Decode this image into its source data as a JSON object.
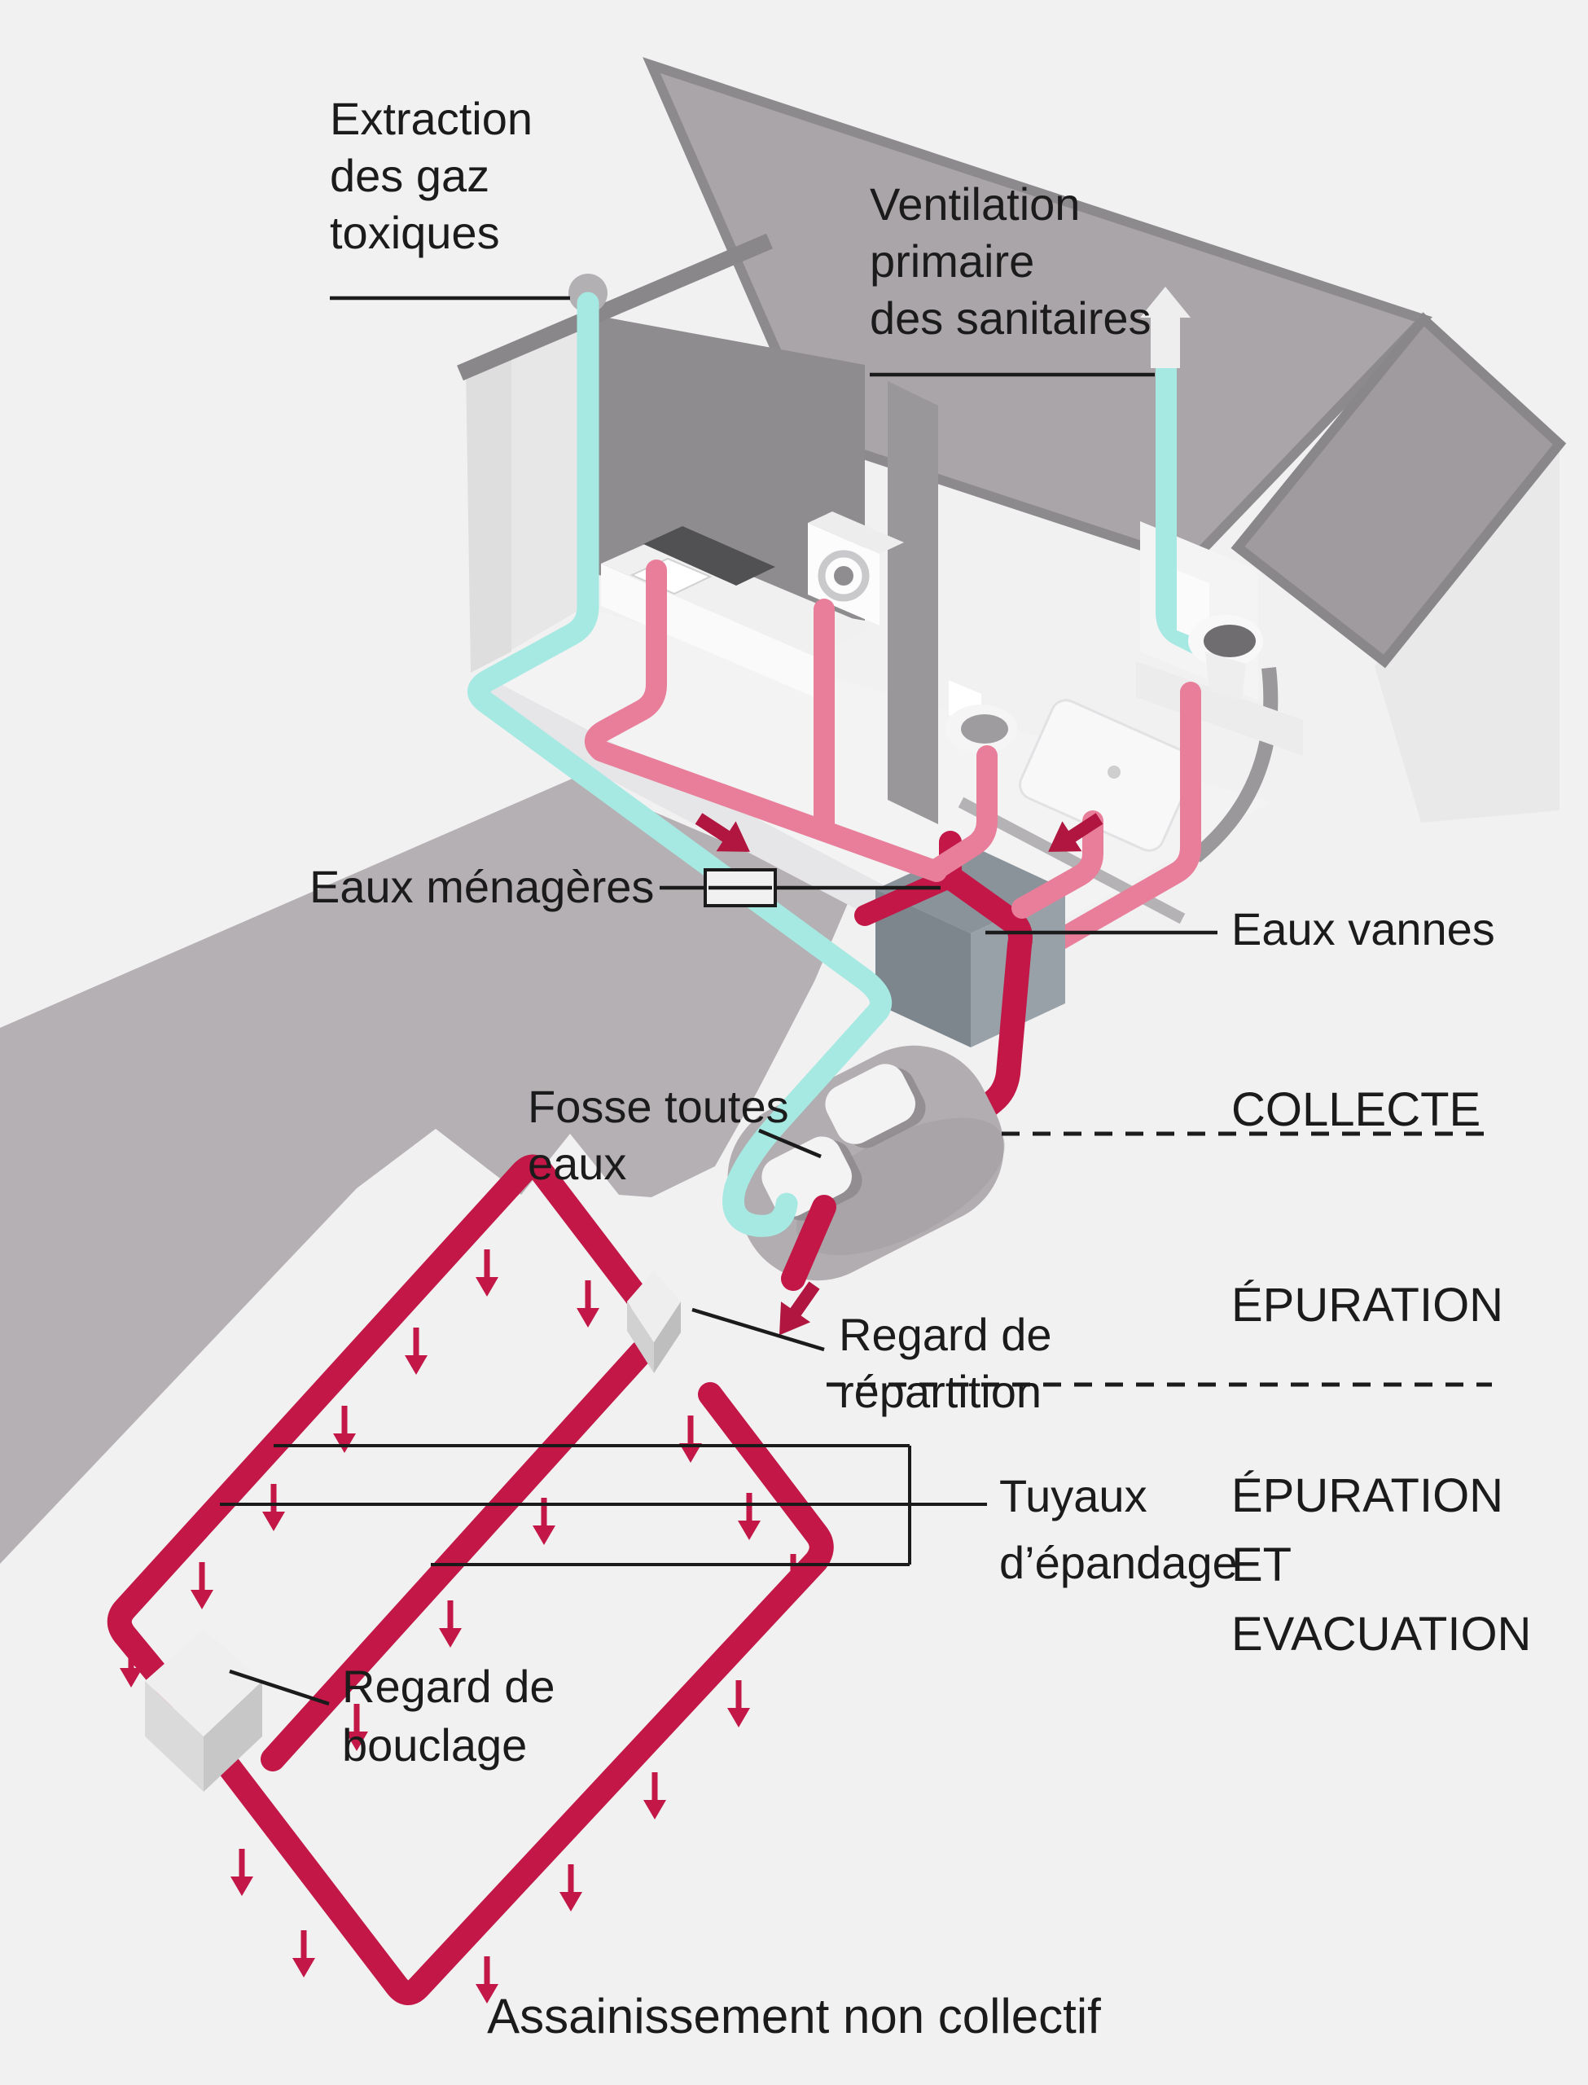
{
  "title": "Assainissement non collectif",
  "labels": {
    "extraction": {
      "lines": [
        "Extraction",
        "des gaz",
        "toxiques"
      ]
    },
    "ventilation": {
      "lines": [
        "Ventilation",
        "primaire",
        "des sanitaires"
      ]
    },
    "eaux_menageres": "Eaux ménagères",
    "eaux_vannes": "Eaux vannes",
    "fosse": {
      "lines": [
        "Fosse toutes",
        "eaux"
      ]
    },
    "regard_repartition": {
      "lines": [
        "Regard de",
        "répartition"
      ]
    },
    "tuyaux_epandage": {
      "lines": [
        "Tuyaux",
        "d’épandage"
      ]
    },
    "regard_bouclage": {
      "lines": [
        "Regard de",
        "bouclage"
      ]
    }
  },
  "zones": {
    "collecte": "COLLECTE",
    "epuration": "ÉPURATION",
    "epuration_evacuation": {
      "lines": [
        "ÉPURATION",
        "ET",
        "EVACUATION"
      ]
    }
  },
  "colors": {
    "background": "#f2f1f2",
    "ventilation_pipe_cyan": "#a6e9e3",
    "greywater_pipe_pink": "#e87e9a",
    "sewage_pipe_crimson": "#c21747",
    "flow_arrow_red": "#b0163f",
    "roof_gray": "#a9a5a8",
    "terrain_gray": "#b5b0b3",
    "text": "#1b1b1b"
  }
}
